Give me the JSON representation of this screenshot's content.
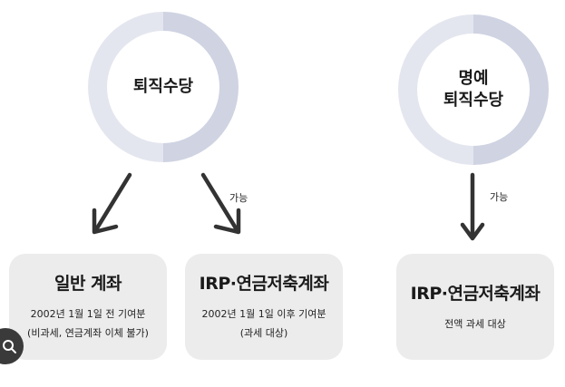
{
  "nodes": {
    "retirement": {
      "label": "퇴직수당"
    },
    "honorary": {
      "line1": "명예",
      "line2": "퇴직수당"
    }
  },
  "boxes": [
    {
      "title": "일반 계좌",
      "line1": "2002년 1월 1일 전 기여분",
      "line2": "(비과세, 연금계좌 이체 불가)"
    },
    {
      "title": "IRP·연금저축계좌",
      "line1": "2002년 1월 1일 이후 기여분",
      "line2": "(과세 대상)"
    },
    {
      "title": "IRP·연금저축계좌",
      "line1": "전액 과세 대상"
    }
  ],
  "edge_labels": {
    "possible_a": "가능",
    "possible_b": "가능"
  },
  "colors": {
    "ring_light": "#e4e6ef",
    "ring_dark": "#cfd3e2",
    "box": "#ececec",
    "arrow": "#333333"
  },
  "icons": {
    "search": "search-icon"
  }
}
